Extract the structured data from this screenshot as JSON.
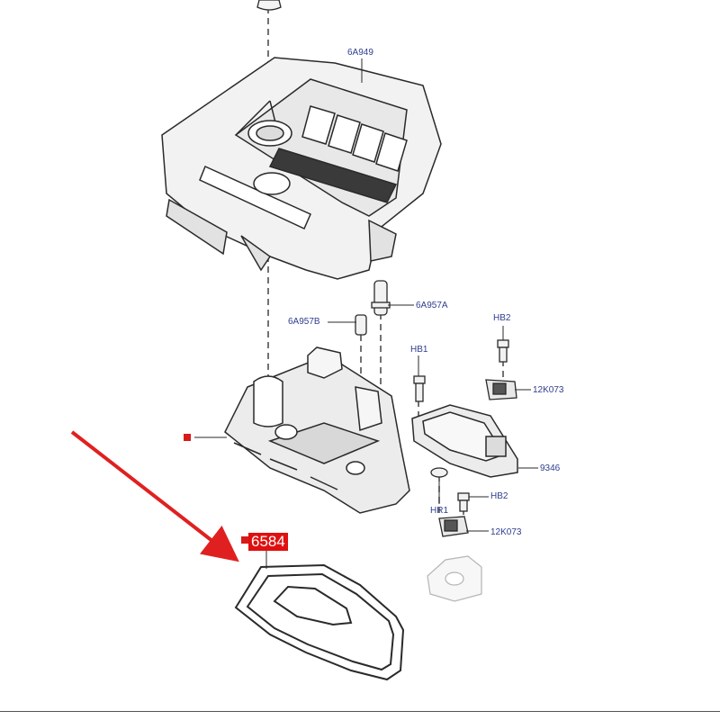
{
  "diagram": {
    "labels": {
      "engine_cover": "6A949",
      "pcv_tube": "6A957A",
      "pcv_valve": "6A957B",
      "bolt_hb2_upper": "HB2",
      "bolt_hb1": "HB1",
      "sensor_upper": "12K073",
      "cover_9346": "9346",
      "bolt_hb2_lower": "HB2",
      "bolt_hr1": "HR1",
      "sensor_lower": "12K073"
    },
    "highlight": {
      "part_number": "6584",
      "color": "#e01010"
    },
    "line_color": "#2a2a2a",
    "label_color": "#2f3d8f"
  }
}
